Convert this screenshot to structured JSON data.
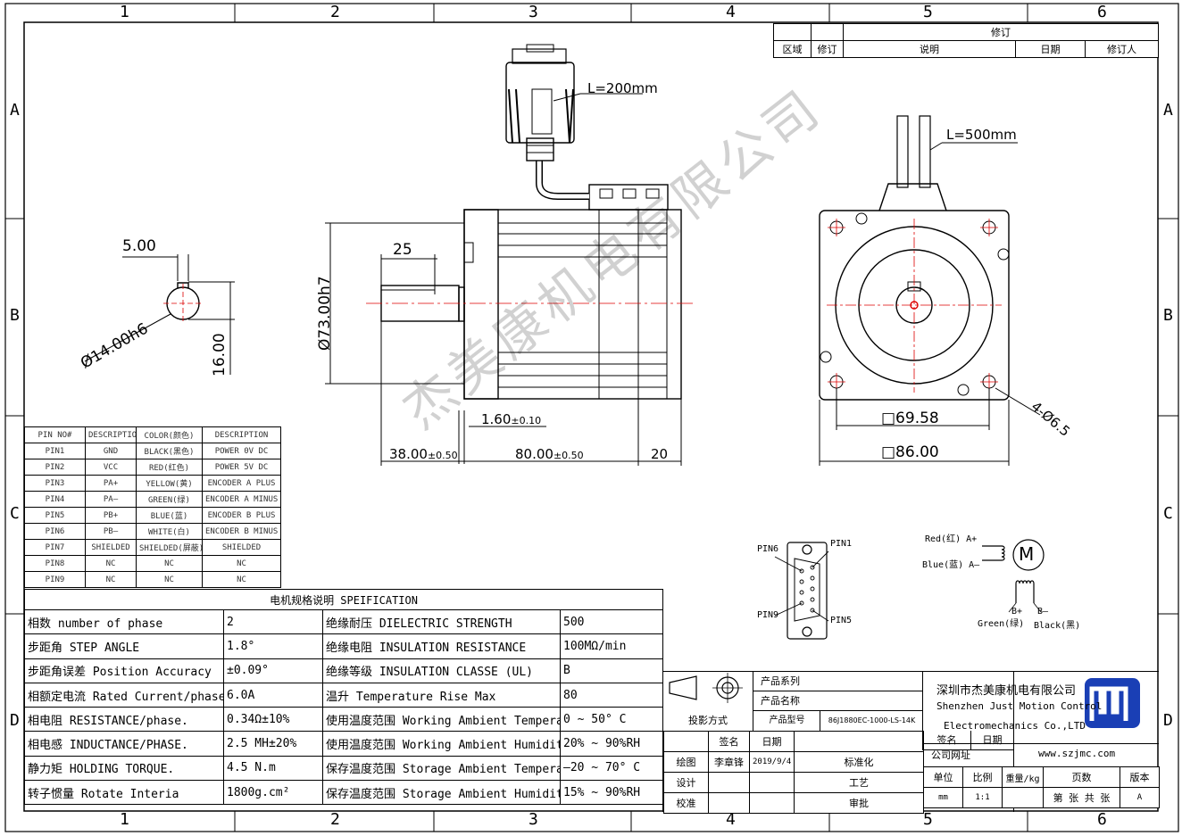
{
  "frame": {
    "columns": [
      "1",
      "2",
      "3",
      "4",
      "5",
      "6"
    ],
    "rows": [
      "A",
      "B",
      "C",
      "D"
    ]
  },
  "revision": {
    "header": "修订",
    "cols": [
      "区域",
      "修订",
      "说明",
      "日期",
      "修订人"
    ]
  },
  "dimensions": {
    "cable_connector": "L=200mm",
    "cable_motor": "L=500mm",
    "key_width": "5.00",
    "shaft_dia": "Ø14.00h6",
    "key_height": "16.00",
    "flange_dia": "Ø73.00h7",
    "key_len": "25",
    "flange_thick": "1.60",
    "flange_thick_tol": "±0.10",
    "shaft_len": "38.00",
    "shaft_len_tol": "±0.50",
    "body_len": "80.00",
    "body_len_tol": "±0.50",
    "rear_len": "20",
    "hole_spacing": "□69.58",
    "square": "□86.00",
    "holes": "4-Ø6.5"
  },
  "pin_table": {
    "headers": [
      "PIN NO#",
      "DESCRIPTION",
      "COLOR(颜色)",
      "DESCRIPTION"
    ],
    "rows": [
      [
        "PIN1",
        "GND",
        "BLACK(黑色)",
        "POWER 0V DC"
      ],
      [
        "PIN2",
        "VCC",
        "RED(红色)",
        "POWER 5V DC"
      ],
      [
        "PIN3",
        "PA+",
        "YELLOW(黄)",
        "ENCODER A PLUS"
      ],
      [
        "PIN4",
        "PA—",
        "GREEN(绿)",
        "ENCODER A MINUS"
      ],
      [
        "PIN5",
        "PB+",
        "BLUE(蓝)",
        "ENCODER B PLUS"
      ],
      [
        "PIN6",
        "PB—",
        "WHITE(白)",
        "ENCODER B MINUS"
      ],
      [
        "PIN7",
        "SHIELDED",
        "SHIELDED(屏蔽)",
        "SHIELDED"
      ],
      [
        "PIN8",
        "NC",
        "NC",
        "NC"
      ],
      [
        "PIN9",
        "NC",
        "NC",
        "NC"
      ]
    ]
  },
  "spec": {
    "title": "电机规格说明 SPEIFICATION",
    "rows": [
      [
        "相数 number of phase",
        "2",
        "绝缘耐压 DIELECTRIC STRENGTH",
        "500"
      ],
      [
        "步距角 STEP ANGLE",
        "1.8°",
        "绝缘电阻 INSULATION RESISTANCE",
        "100MΩ/min"
      ],
      [
        "步距角误差 Position Accuracy",
        "±0.09°",
        "绝缘等级 INSULATION CLASSE (UL)",
        "B"
      ],
      [
        "相额定电流 Rated Current/phase",
        "6.0A",
        "温升 Temperature Rise Max",
        "80"
      ],
      [
        "相电阻 RESISTANCE/phase.",
        "0.34Ω±10%",
        "使用温度范围 Working Ambient Temperature",
        "0 ~ 50° C"
      ],
      [
        "相电感 INDUCTANCE/PHASE.",
        "2.5 MH±20%",
        "使用温度范围 Working Ambient Humidity",
        "20% ~ 90%RH"
      ],
      [
        "静力矩 HOLDING TORQUE.",
        "4.5 N.m",
        "保存温度范围 Storage Ambient Temperature",
        "—20 ~ 70° C"
      ],
      [
        "转子惯量 Rotate Interia",
        "1800g.cm²",
        "保存温度范围 Storage Ambient Humidity",
        "15% ~ 90%RH"
      ]
    ]
  },
  "connector": {
    "pin6": "PIN6",
    "pin1": "PIN1",
    "pin9": "PIN9",
    "pin5": "PIN5"
  },
  "wiring": {
    "red": "Red(红) A+",
    "blue": "Blue(蓝) A—",
    "motor": "M",
    "bplus": "B+",
    "bminus": "B—",
    "green": "Green(绿)",
    "black": "Black(黑)"
  },
  "title_block": {
    "product_series": "产品系列",
    "product_name": "产品名称",
    "projection": "投影方式",
    "model_label": "产品型号",
    "model": "86J1880EC-1000-LS-14K",
    "sign": "签名",
    "date": "日期",
    "drawing": "绘图",
    "designer": "李章锋",
    "draw_date": "2019/9/4",
    "standard": "标准化",
    "design": "设计",
    "craft": "工艺",
    "check": "校准",
    "approve": "审批",
    "company_cn": "深圳市杰美康机电有限公司",
    "company_en1": "Shenzhen Just Motion Control",
    "company_en2": "Electromechanics Co.,LTD",
    "website_label": "公司网址",
    "website": "www.szjmc.com",
    "unit": "单位",
    "scale": "比例",
    "weight": "重量/kg",
    "pages": "页数",
    "version": "版本",
    "unit_val": "mm",
    "scale_val": "1:1",
    "pages_val": "第 张 共 张",
    "version_val": "A"
  },
  "watermark": "杰美康机电有限公司"
}
